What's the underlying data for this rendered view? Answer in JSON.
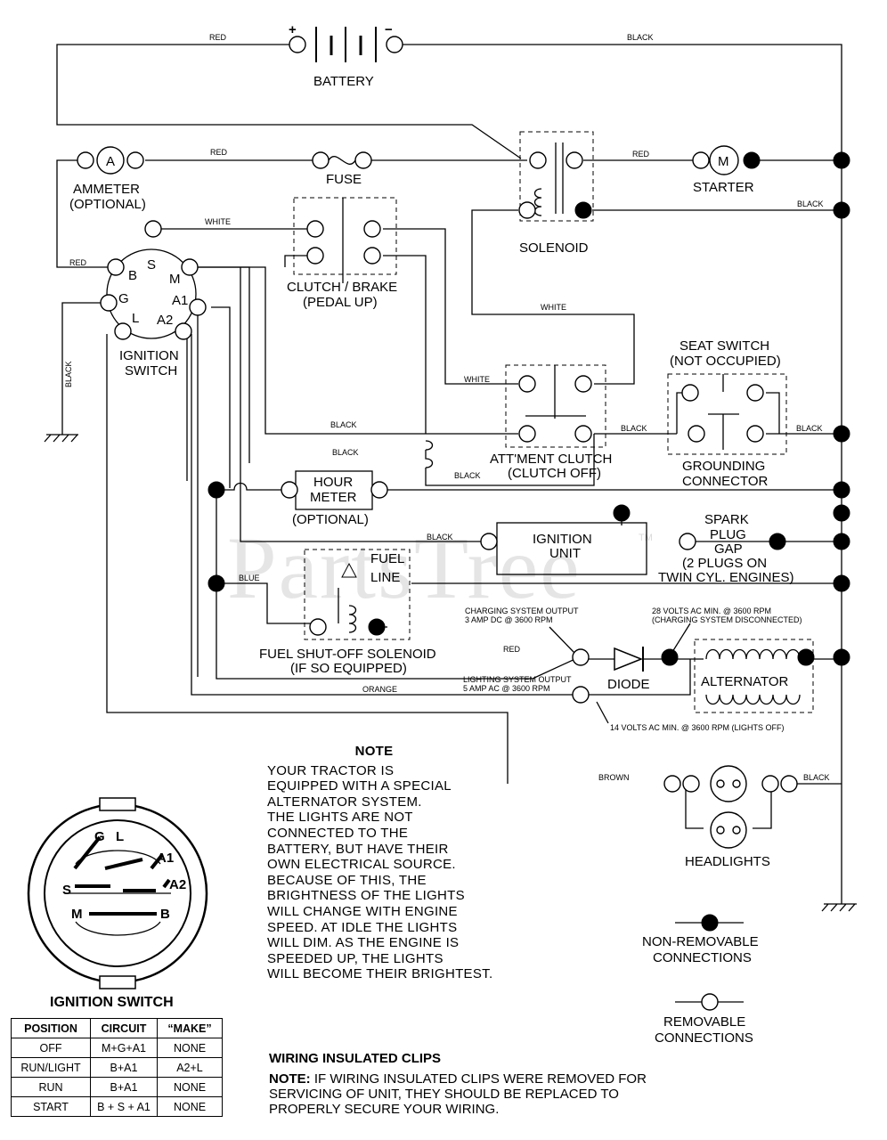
{
  "components": {
    "battery": "BATTERY",
    "battery_plus": "+",
    "battery_minus": "−",
    "ammeter": "AMMETER",
    "ammeter_sub": "(OPTIONAL)",
    "ammeter_symbol": "A",
    "fuse": "FUSE",
    "starter": "STARTER",
    "starter_symbol": "M",
    "solenoid": "SOLENOID",
    "clutch_brake": "CLUTCH / BRAKE",
    "clutch_brake_sub": "(PEDAL UP)",
    "ignition_switch": "IGNITION",
    "ignition_switch_2": "SWITCH",
    "seat_switch": "SEAT SWITCH",
    "seat_switch_sub": "(NOT OCCUPIED)",
    "attachment_clutch": "ATT'MENT CLUTCH",
    "attachment_clutch_sub": "(CLUTCH OFF)",
    "grounding_connector": "GROUNDING",
    "grounding_connector_2": "CONNECTOR",
    "hour_meter": "HOUR",
    "hour_meter_2": "METER",
    "hour_meter_sub": "(OPTIONAL)",
    "ignition_unit": "IGNITION",
    "ignition_unit_2": "UNIT",
    "spark_plug_1": "SPARK",
    "spark_plug_2": "PLUG",
    "spark_plug_3": "GAP",
    "spark_plug_4": "(2 PLUGS ON",
    "spark_plug_5": "TWIN CYL. ENGINES)",
    "fuel_line": "FUEL",
    "fuel_line_2": "LINE",
    "fuel_solenoid": "FUEL SHUT-OFF SOLENOID",
    "fuel_solenoid_sub": "(IF SO EQUIPPED)",
    "diode": "DIODE",
    "alternator": "ALTERNATOR",
    "headlights": "HEADLIGHTS",
    "non_removable": "NON-REMOVABLE",
    "non_removable_2": "CONNECTIONS",
    "removable": "REMOVABLE",
    "removable_2": "CONNECTIONS"
  },
  "terminals": {
    "b": "B",
    "s": "S",
    "m": "M",
    "g": "G",
    "a1": "A1",
    "l": "L",
    "a2": "A2"
  },
  "wire_labels": {
    "red": "RED",
    "black": "BLACK",
    "white": "WHITE",
    "blue": "BLUE",
    "orange": "ORANGE",
    "brown": "BROWN"
  },
  "specs": {
    "charging_1": "CHARGING SYSTEM OUTPUT",
    "charging_2": "3 AMP DC @ 3600 RPM",
    "volts28_1": "28 VOLTS AC MIN. @ 3600 RPM",
    "volts28_2": "(CHARGING SYSTEM DISCONNECTED)",
    "lighting_1": "LIGHTING SYSTEM OUTPUT",
    "lighting_2": "5 AMP AC @ 3600 RPM",
    "volts14": "14 VOLTS AC MIN. @ 3600 RPM (LIGHTS OFF)"
  },
  "switch_face": {
    "g": "G",
    "l": "L",
    "a1": "A1",
    "a2": "A2",
    "s": "S",
    "m": "M",
    "b": "B"
  },
  "note": {
    "title": "NOTE",
    "lines": [
      "YOUR TRACTOR IS",
      "EQUIPPED WITH A SPECIAL",
      "ALTERNATOR SYSTEM.",
      "THE LIGHTS ARE NOT",
      "CONNECTED TO THE",
      "BATTERY, BUT HAVE THEIR",
      "OWN ELECTRICAL SOURCE.",
      "BECAUSE OF THIS, THE",
      "BRIGHTNESS OF THE LIGHTS",
      "WILL CHANGE WITH ENGINE",
      "SPEED.  AT IDLE THE LIGHTS",
      "WILL DIM.  AS THE ENGINE IS",
      "SPEEDED UP, THE LIGHTS",
      "WILL BECOME THEIR BRIGHTEST."
    ]
  },
  "clips": {
    "title": "WIRING INSULATED CLIPS",
    "note_label": "NOTE:",
    "line1": " IF WIRING INSULATED CLIPS WERE REMOVED FOR",
    "line2": "SERVICING OF UNIT, THEY SHOULD BE REPLACED TO",
    "line3": "PROPERLY SECURE YOUR WIRING."
  },
  "switch_table": {
    "title": "IGNITION SWITCH",
    "headers": [
      "POSITION",
      "CIRCUIT",
      "“MAKE”"
    ],
    "rows": [
      [
        "OFF",
        "M+G+A1",
        "NONE"
      ],
      [
        "RUN/LIGHT",
        "B+A1",
        "A2+L"
      ],
      [
        "RUN",
        "B+A1",
        "NONE"
      ],
      [
        "START",
        "B + S + A1",
        "NONE"
      ]
    ]
  },
  "watermark": "PartsTree",
  "watermark_tm": "TM"
}
